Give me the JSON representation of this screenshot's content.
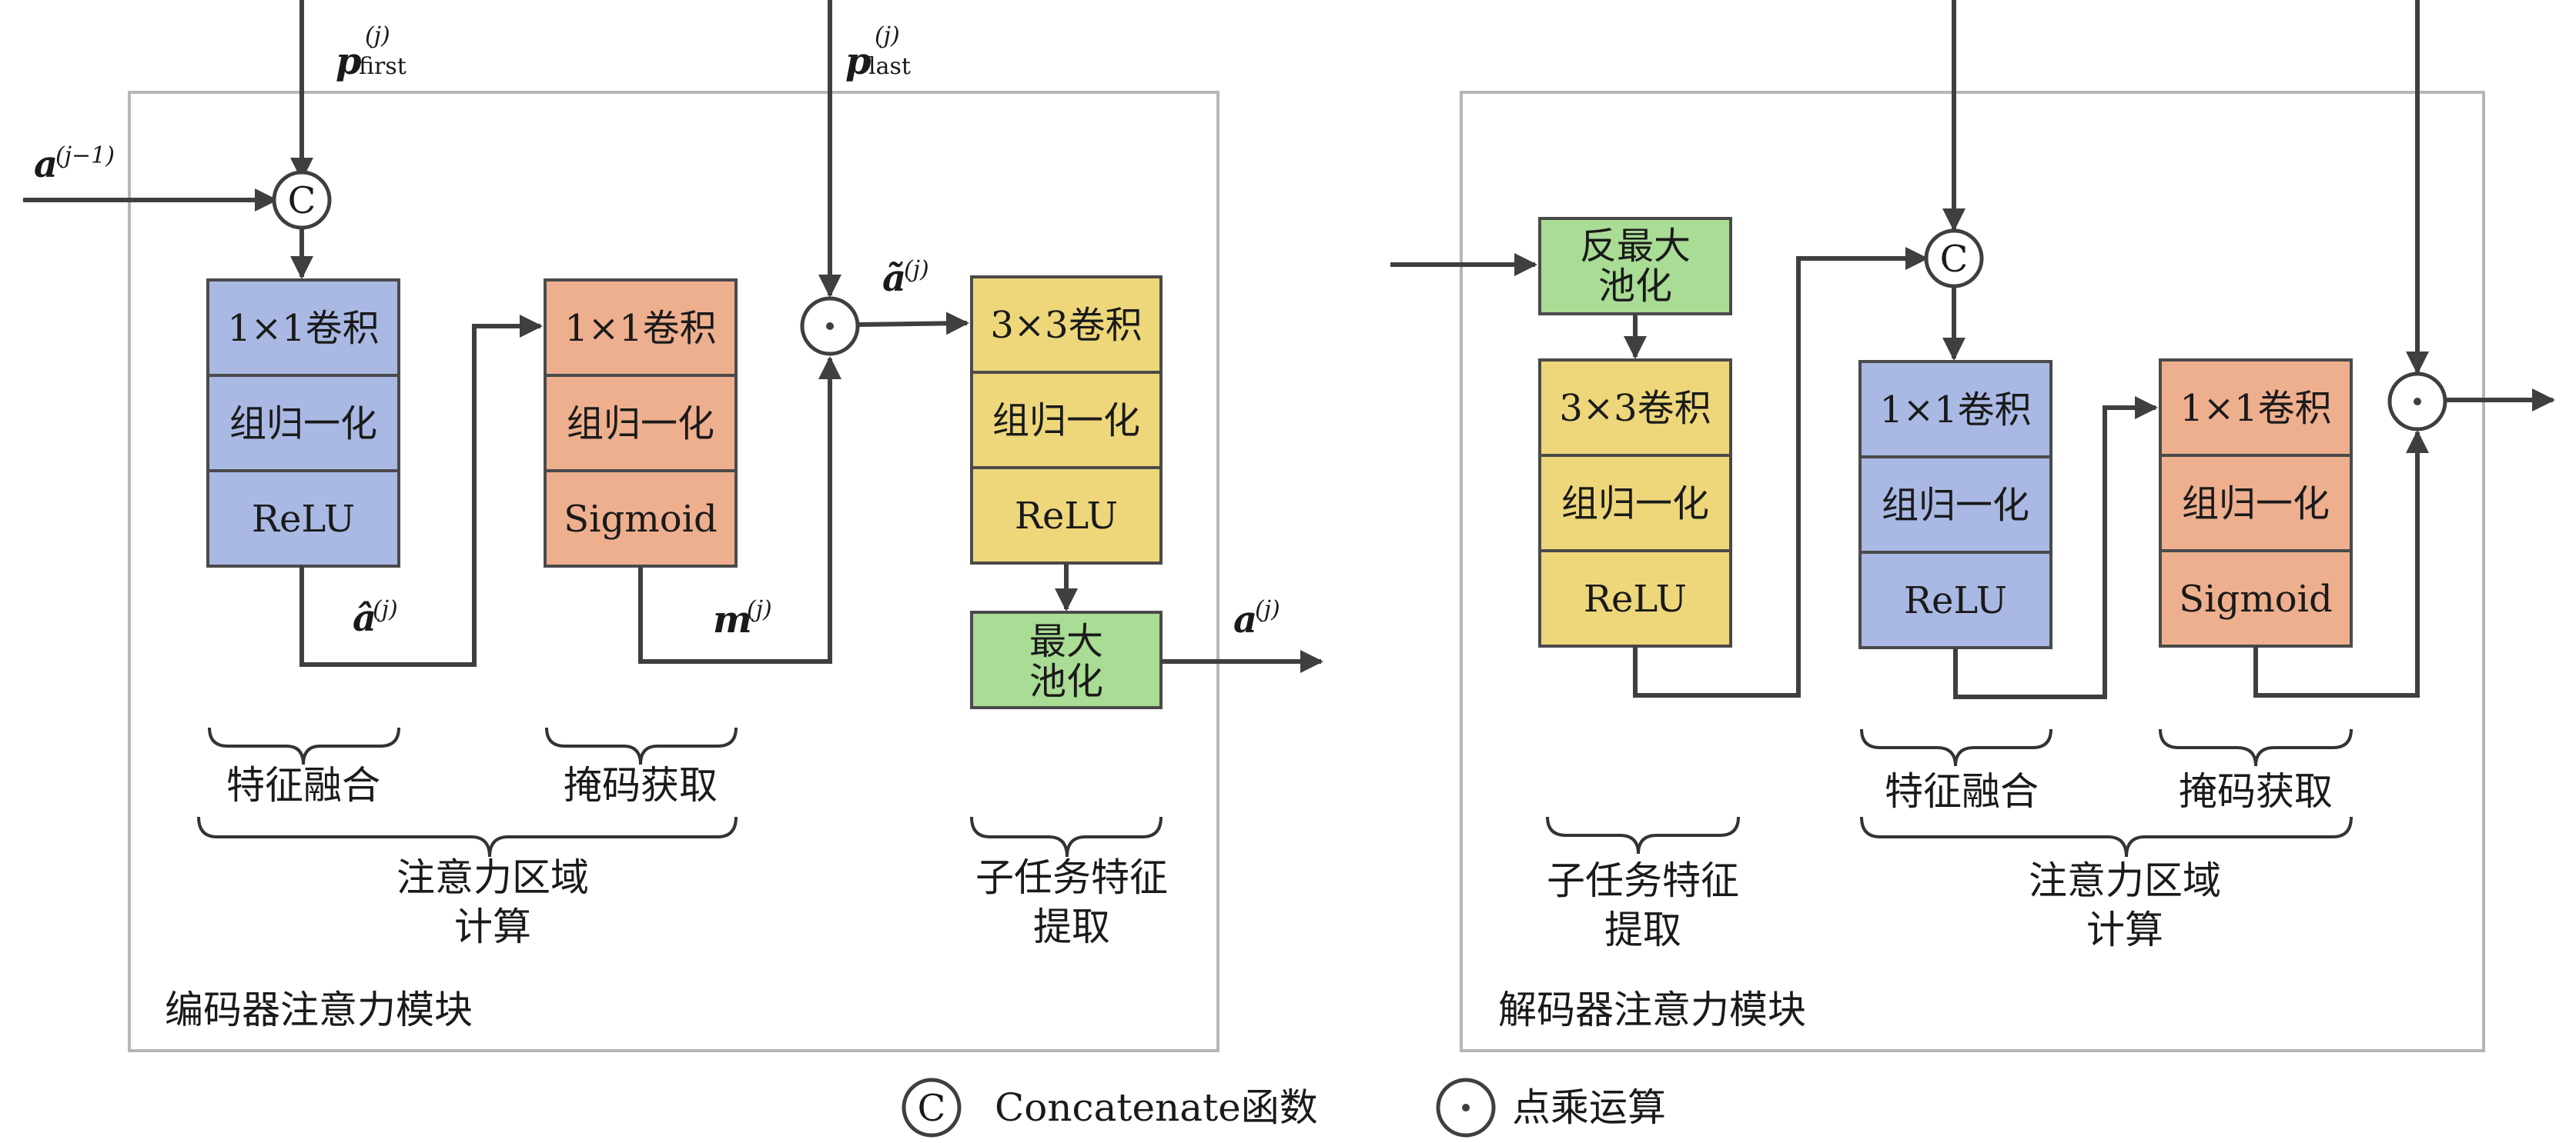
{
  "encoder_module": {
    "title": "编码器注意力模块",
    "feature_fusion_block": {
      "conv": "1×1卷积",
      "norm": "组归一化",
      "act": "ReLU"
    },
    "mask_block": {
      "conv": "1×1卷积",
      "norm": "组归一化",
      "act": "Sigmoid"
    },
    "subtask_block": {
      "conv": "3×3卷积",
      "norm": "组归一化",
      "act": "ReLU"
    },
    "pool_block": {
      "line1": "最大",
      "line2": "池化"
    },
    "brace_labels": {
      "feature_fusion": "特征融合",
      "mask_acquisition": "掩码获取",
      "attention_line1": "注意力区域",
      "attention_line2": "计算",
      "subtask_line1": "子任务特征",
      "subtask_line2": "提取"
    },
    "variables": {
      "p_first": {
        "base": "p",
        "sup": "(j)",
        "sub": "first"
      },
      "p_last": {
        "base": "p",
        "sup": "(j)",
        "sub": "last"
      },
      "a_prev": {
        "base": "a",
        "sup": "(j−1)"
      },
      "a_hat": {
        "base": "â",
        "sup": "(j)"
      },
      "m": {
        "base": "m",
        "sup": "(j)"
      },
      "a_tilde": {
        "base": "ã",
        "sup": "(j)"
      },
      "a_out": {
        "base": "a",
        "sup": "(j)"
      }
    }
  },
  "decoder_module": {
    "title": "解码器注意力模块",
    "unpool_block": {
      "line1": "反最大",
      "line2": "池化"
    },
    "subtask_block": {
      "conv": "3×3卷积",
      "norm": "组归一化",
      "act": "ReLU"
    },
    "feature_fusion_block": {
      "conv": "1×1卷积",
      "norm": "组归一化",
      "act": "ReLU"
    },
    "mask_block": {
      "conv": "1×1卷积",
      "norm": "组归一化",
      "act": "Sigmoid"
    },
    "brace_labels": {
      "subtask_line1": "子任务特征",
      "subtask_line2": "提取",
      "feature_fusion": "特征融合",
      "mask_acquisition": "掩码获取",
      "attention_line1": "注意力区域",
      "attention_line2": "计算"
    }
  },
  "operators": {
    "concat_symbol": "C",
    "multiply_symbol": "·"
  },
  "legend": {
    "concat_symbol": "C",
    "concat_label": "Concatenate函数",
    "multiply_symbol": "·",
    "multiply_label": "点乘运算"
  },
  "colors": {
    "blue_block": "#a9b9e3",
    "orange_block": "#eeaf8e",
    "yellow_block": "#eed77a",
    "green_block": "#a9dc94"
  }
}
